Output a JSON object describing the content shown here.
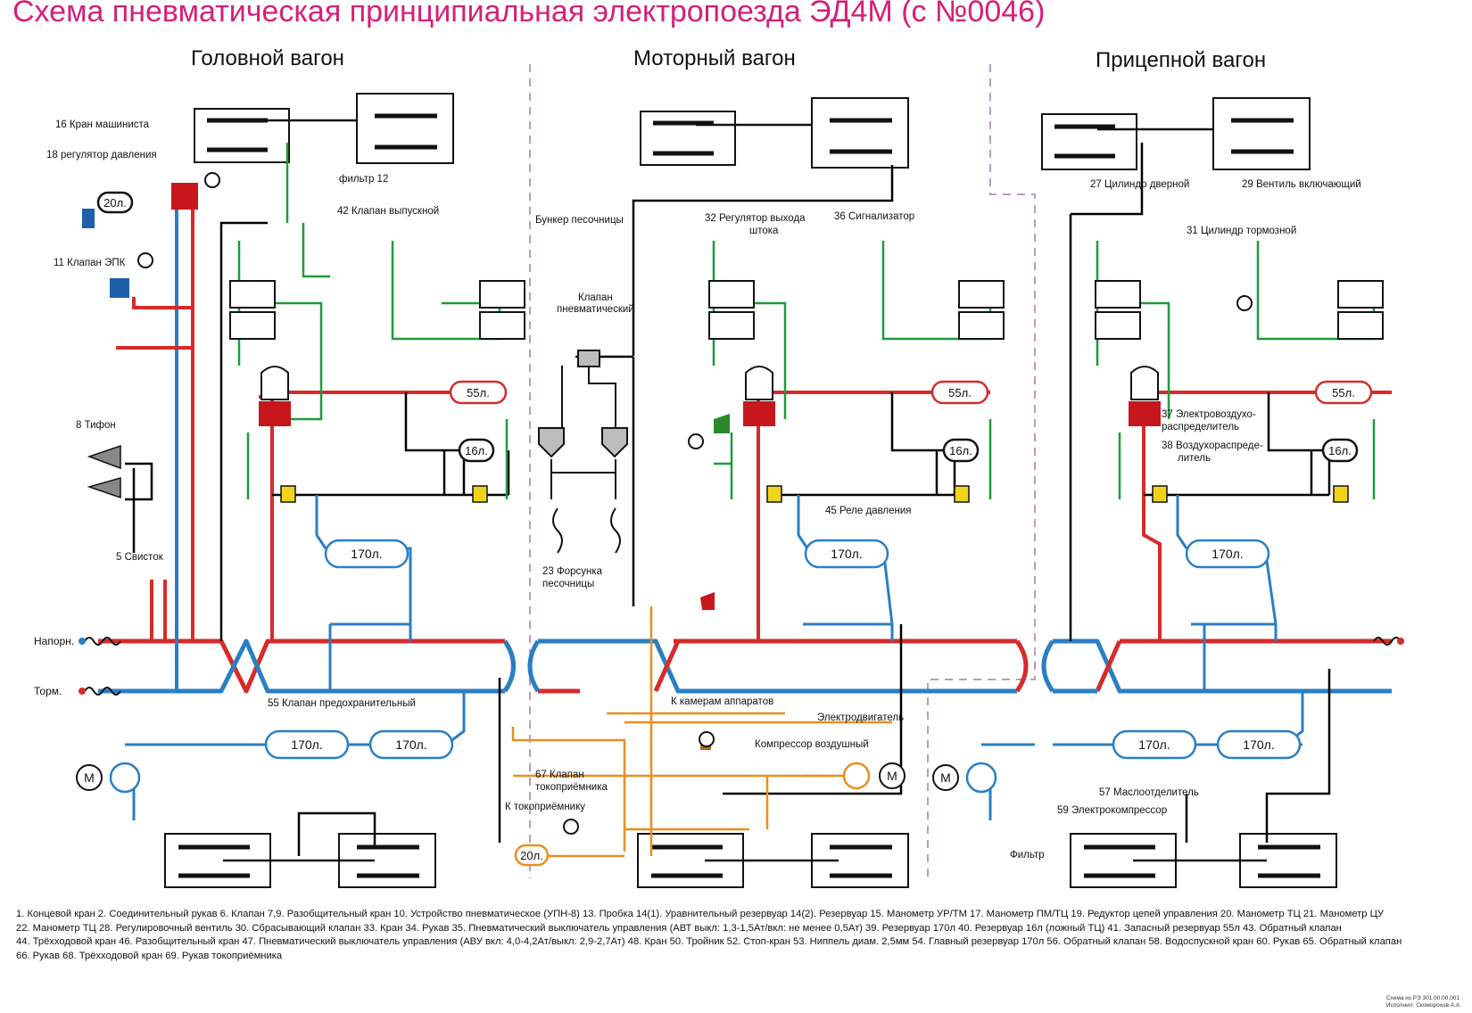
{
  "title": "Схема пневматическая принципиальная электропоезда ЭД4М (с №0046)",
  "cars": [
    "Головной вагон",
    "Моторный вагон",
    "Прицепной вагон"
  ],
  "colors": {
    "title": "#d4207a",
    "brake_line": "#2a7fc3",
    "pressure_line": "#d62b2b",
    "brake_cylinder_circuit": "#1f9a3c",
    "pantograph_circuit": "#e8901c",
    "control_line": "#000000",
    "car_separator": "#b99ac6"
  },
  "line_labels": {
    "pressure": "Напорн.",
    "brake": "Торм."
  },
  "callouts": {
    "c16": "16 Кран машиниста",
    "c18": "18 регулятор давления",
    "c11": "11 Клапан ЭПК",
    "c8": "8 Тифон",
    "c5": "5 Свисток",
    "c42": "42 Клапан выпускной",
    "c12f": "фильтр 12",
    "c55": "55 Клапан предохранительный",
    "bunker": "Бункер песочницы",
    "valve_pn_1": "Клапан",
    "valve_pn_2": "пневматический",
    "c23_1": "23 Форсунка",
    "c23_2": "песочницы",
    "c32_1": "32 Регулятор выхода",
    "c32_2": "штока",
    "c36": "36 Сигнализатор",
    "c45": "45 Реле давления",
    "to_cams": "К камерам аппаратов",
    "motor": "Электродвигатель",
    "compressor": "Компрессор воздушный",
    "c67_1": "67 Клапан",
    "c67_2": "токоприёмника",
    "to_panto": "К токоприёмнику",
    "c27": "27 Цилиндр дверной",
    "c29": "29 Вентиль включающий",
    "c31": "31 Цилиндр тормозной",
    "c37_1": "37 Электровоздухо-",
    "c37_2": "распределитель",
    "c38_1": "38 Воздухораспреде-",
    "c38_2": "литель",
    "c57": "57 Маслоотделитель",
    "c59": "59 Электрокомпрессор",
    "filter": "Фильтр"
  },
  "reservoirs": {
    "r20": "20л.",
    "r55": "55л.",
    "r16": "16л.",
    "r170": "170л."
  },
  "motor_symbol": "М",
  "legend": [
    "1. Концевой кран  2. Соединительный рукав  6. Клапан  7,9. Разобщительный кран  10. Устройство пневматическое (УПН-8)  13. Пробка  14(1). Уравнительный резервуар  14(2). Резервуар  15. Манометр УР/ТМ  17. Манометр ПМ/ТЦ  19. Редуктор цепей управления  20. Манометр ТЦ  21. Манометр ЦУ",
    "22. Манометр ТЦ  28. Регулировочный вентиль  30. Сбрасывающий клапан  33. Кран  34. Рукав  35. Пневматический выключатель управления (АВТ выкл: 1,3-1,5Ат/вкл: не менее 0,5Ат)  39. Резервуар 170л  40. Резервуар 16л (ложный ТЦ)  41. Запасный резервуар 55л  43. Обратный клапан",
    "44. Трёхходовой кран  46. Разобщительный кран  47. Пневматический выключатель управления (АВУ вкл: 4,0-4,2Ат/выкл: 2,9-2,7Ат)  48. Кран  50. Тройник  52. Стоп-кран  53. Ниппель диам. 2,5мм  54. Главный резервуар 170л  56. Обратный клапан  58. Водоспускной кран  60. Рукав  65. Обратный клапан",
    "66. Рукав  68. Трёхходовой кран  69. Рукав токоприёмника"
  ],
  "footnote": [
    "Схема из РЭ 301.00.00.001",
    "Исполнил: Скоморохов А.А."
  ]
}
